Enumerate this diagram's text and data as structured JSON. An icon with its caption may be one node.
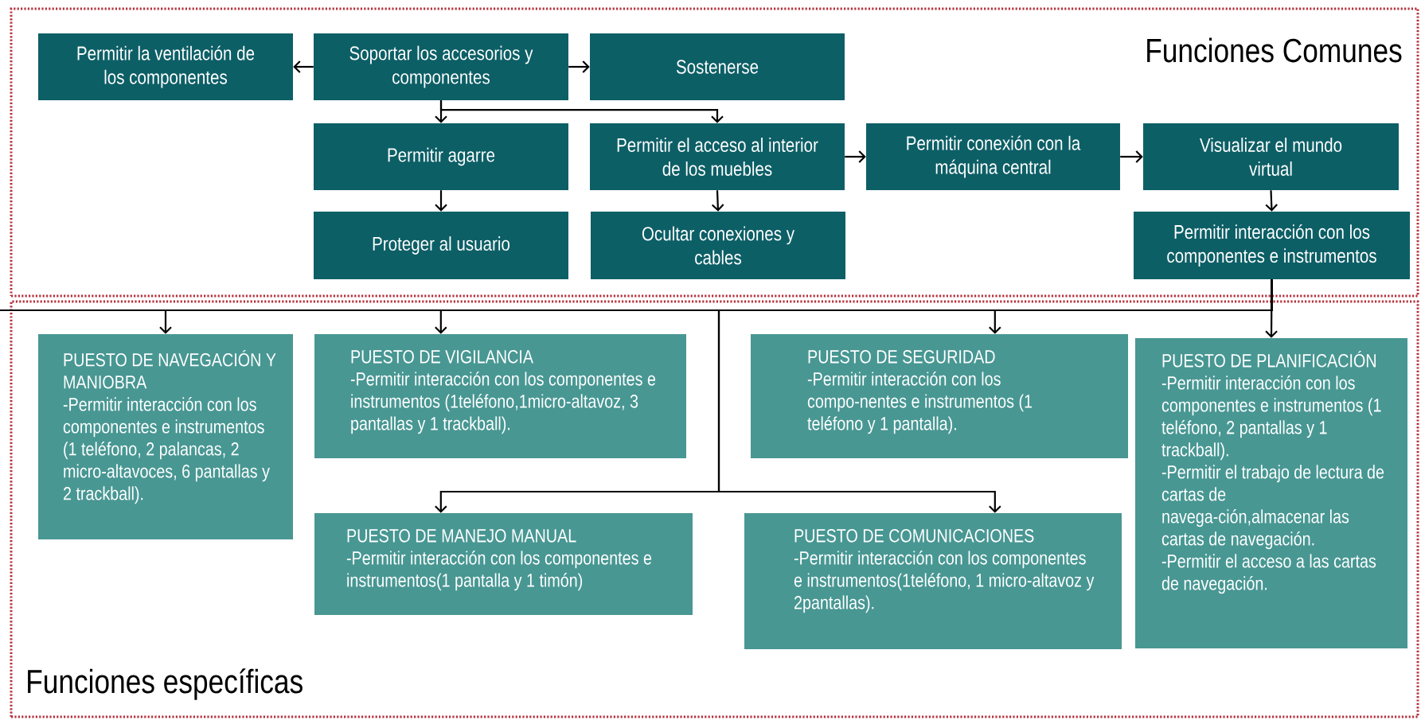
{
  "diagram": {
    "nodes": [
      {
        "text": [
          "Funciones Comunes"
        ]
      },
      {
        "text": [
          "Permitir la ventilación de los componentes"
        ],
        "in": 0
      },
      {
        "text": [
          "Soportar los accesorios y componentes"
        ],
        "in": 0
      },
      {
        "text": [
          "Sostenerse"
        ],
        "in": 0
      },
      {
        "text": [
          "Permitir agarre"
        ],
        "in": 0
      },
      {
        "text": [
          "Permitir el acceso al interior de los muebles"
        ],
        "in": 0
      },
      {
        "text": [
          "Permitir conexión con la máquina central"
        ],
        "in": 0
      },
      {
        "text": [
          "Visualizar el mundo virtual"
        ],
        "in": 0
      },
      {
        "text": [
          "Proteger al usuario"
        ],
        "in": 0
      },
      {
        "text": [
          "Ocultar conexiones y cables"
        ],
        "in": 0
      },
      {
        "text": [
          "Permitir interacción con los componentes e instrumentos"
        ],
        "in": 0
      },
      {
        "text": [
          "Funciones específicas"
        ]
      },
      {
        "text": [
          "PUESTO DE NAVEGACIÓN Y MANIOBRA",
          "-Permitir interacción con los componentes e instrumentos (1 teléfono, 2 palancas, 2 micro-altavoces, 6 pantallas y 2 trackball)."
        ],
        "in": 11
      },
      {
        "text": [
          "PUESTO DE VIGILANCIA",
          "-Permitir interacción con los componentes e instrumentos (1teléfono,1micro-altavoz, 3 pantallas y 1 trackball)."
        ],
        "in": 11
      },
      {
        "text": [
          "PUESTO DE SEGURIDAD",
          "-Permitir interacción con los compo-nentes e instrumentos (1 teléfono y 1 pantalla)."
        ],
        "in": 11
      },
      {
        "text": [
          "PUESTO DE PLANIFICACIÓN",
          "-Permitir interacción con los componentes e instrumentos (1 teléfono, 2 pantallas y 1 trackball).",
          "-Permitir el trabajo de lectura de cartas de navega-ción,almacenar las cartas de navegación.",
          "-Permitir el acceso a las cartas de navegación."
        ],
        "in": 11
      },
      {
        "text": [
          "PUESTO DE MANEJO MANUAL",
          "-Permitir interacción con los componentes e instrumentos(1 pantalla y 1 timón)"
        ],
        "in": 11
      },
      {
        "text": [
          "PUESTO DE COMUNICACIONES",
          "-Permitir interacción con los componentes e instrumentos(1teléfono, 1 micro-altavoz y 2pantallas)."
        ],
        "in": 11
      }
    ],
    "edges": [
      {
        "from": 2,
        "to": 1,
        "arrow": "to"
      },
      {
        "from": 2,
        "to": 3,
        "arrow": "to"
      },
      {
        "from": 2,
        "to": 4,
        "arrow": "to"
      },
      {
        "from": 2,
        "to": 5,
        "arrow": "to"
      },
      {
        "from": 4,
        "to": 8,
        "arrow": "to"
      },
      {
        "from": 5,
        "to": 9,
        "arrow": "to"
      },
      {
        "from": 5,
        "to": 6,
        "arrow": "to"
      },
      {
        "from": 6,
        "to": 7,
        "arrow": "to"
      },
      {
        "from": 7,
        "to": 10,
        "arrow": "to"
      },
      {
        "from": 10,
        "to": 12,
        "arrow": "to"
      },
      {
        "from": 10,
        "to": 13,
        "arrow": "to"
      },
      {
        "from": 10,
        "to": 14,
        "arrow": "to"
      },
      {
        "from": 10,
        "to": 15,
        "arrow": "to"
      },
      {
        "from": 10,
        "to": 16,
        "arrow": "to"
      },
      {
        "from": 10,
        "to": 17,
        "arrow": "to"
      }
    ]
  }
}
